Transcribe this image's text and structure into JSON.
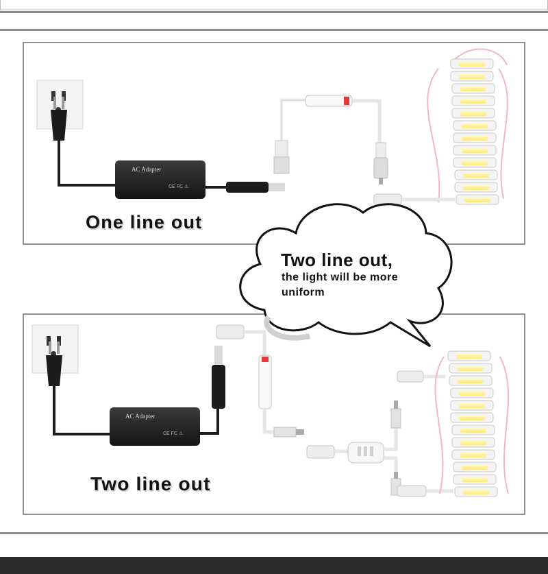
{
  "panel_top": {
    "label": "One line out",
    "adapter_label": "AC Adapter",
    "adapter_marks": "CE FC ⚠"
  },
  "panel_bottom": {
    "label": "Two line out",
    "adapter_label": "AC Adapter",
    "adapter_marks": "CE FC ⚠"
  },
  "callout": {
    "headline": "Two line out,",
    "subline_1": "the light will be more",
    "subline_2": "uniform"
  },
  "colors": {
    "panel_border": "#8f8f8f",
    "footer": "#2b2b2b",
    "module_glow": "#fff7b0",
    "wire": "#f2b8bf"
  }
}
